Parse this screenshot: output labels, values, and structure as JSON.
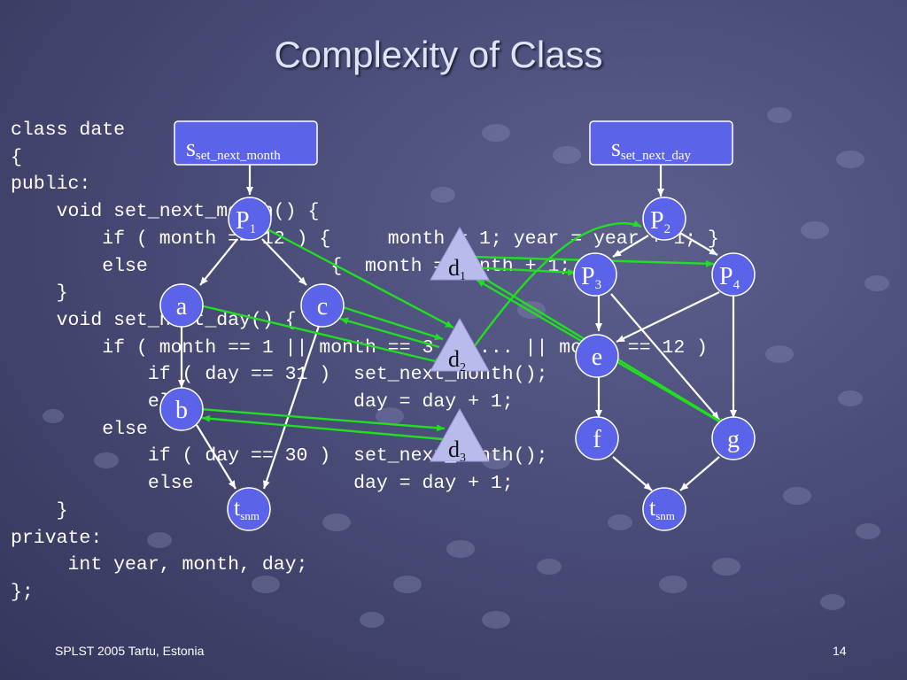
{
  "slide": {
    "title": "Complexity of Class",
    "footer_left": "SPLST 2005 Tartu, Estonia",
    "page_number": "14"
  },
  "code_lines": [
    "class date",
    "{",
    "public:",
    "    void set_next_month() {",
    "        if ( month == 12 ) {     month = 1; year = year + 1; }",
    "        else                {  month = month + 1; }",
    "    }",
    "    void set_next_day() {",
    "        if ( month == 1 || month == 3 || ... || month == 12 )",
    "            if ( day == 31 )  set_next_month();",
    "            else              day = day + 1;",
    "        else",
    "            if ( day == 30 )  set_next_month();",
    "            else              day = day + 1;",
    "    }",
    "private:",
    "     int year, month, day;",
    "};"
  ],
  "graph": {
    "colors": {
      "node_fill": "#5b63e8",
      "node_stroke": "#ffffff",
      "triangle_fill": "#b8bbec",
      "edge": "#ffffff",
      "dependency": "#22dd22"
    },
    "start_nodes": [
      {
        "id": "s1",
        "main": "s",
        "sub": "set_next_month"
      },
      {
        "id": "s2",
        "main": "s",
        "sub": "set_next_day"
      }
    ],
    "nodes": [
      {
        "id": "P1",
        "main": "P",
        "sub": "1"
      },
      {
        "id": "a",
        "main": "a",
        "sub": ""
      },
      {
        "id": "c",
        "main": "c",
        "sub": ""
      },
      {
        "id": "b",
        "main": "b",
        "sub": ""
      },
      {
        "id": "t1",
        "main": "t",
        "sub": "snm"
      },
      {
        "id": "P2",
        "main": "P",
        "sub": "2"
      },
      {
        "id": "P3",
        "main": "P",
        "sub": "3"
      },
      {
        "id": "P4",
        "main": "P",
        "sub": "4"
      },
      {
        "id": "e",
        "main": "e",
        "sub": ""
      },
      {
        "id": "f",
        "main": "f",
        "sub": ""
      },
      {
        "id": "g",
        "main": "g",
        "sub": ""
      },
      {
        "id": "t2",
        "main": "t",
        "sub": "snm"
      }
    ],
    "data_nodes": [
      {
        "id": "d1",
        "main": "d",
        "sub": "1"
      },
      {
        "id": "d2",
        "main": "d",
        "sub": "2"
      },
      {
        "id": "d3",
        "main": "d",
        "sub": "3"
      }
    ]
  }
}
